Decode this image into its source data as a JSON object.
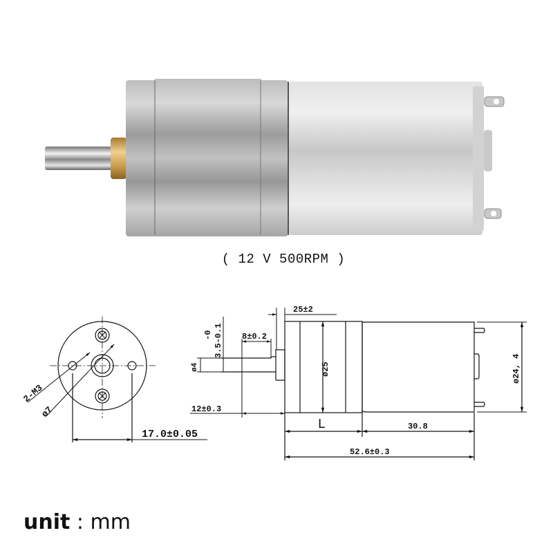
{
  "photo": {
    "subject": "DC gear motor with brass bushing output shaft",
    "colors": {
      "housing": "#a9a9a9",
      "motor_can": "#d4d4d4",
      "bushing": "#c89a4a",
      "shaft": "#b8b8b8"
    }
  },
  "caption": "( 12 V 500RPM )",
  "drawing": {
    "front_view": {
      "thread_label": "2-M3",
      "bore_label": "ø7",
      "hole_spacing": "17.0±0.05"
    },
    "side_view": {
      "flat_label": "3.5-0.1",
      "flat_tol_upper": "-0",
      "shaft_dia": "ø4",
      "flat_length": "8±0.2",
      "shaft_length": "12±0.3",
      "gearbox_length_label": "25±2",
      "gearbox_dia": "ø25",
      "gearbox_L": "L",
      "motor_length": "30.8",
      "total_length": "52.6±0.3",
      "motor_dia": "ø24, 4"
    }
  },
  "unit": {
    "label": "unit",
    "sep": ":",
    "value": "mm"
  }
}
